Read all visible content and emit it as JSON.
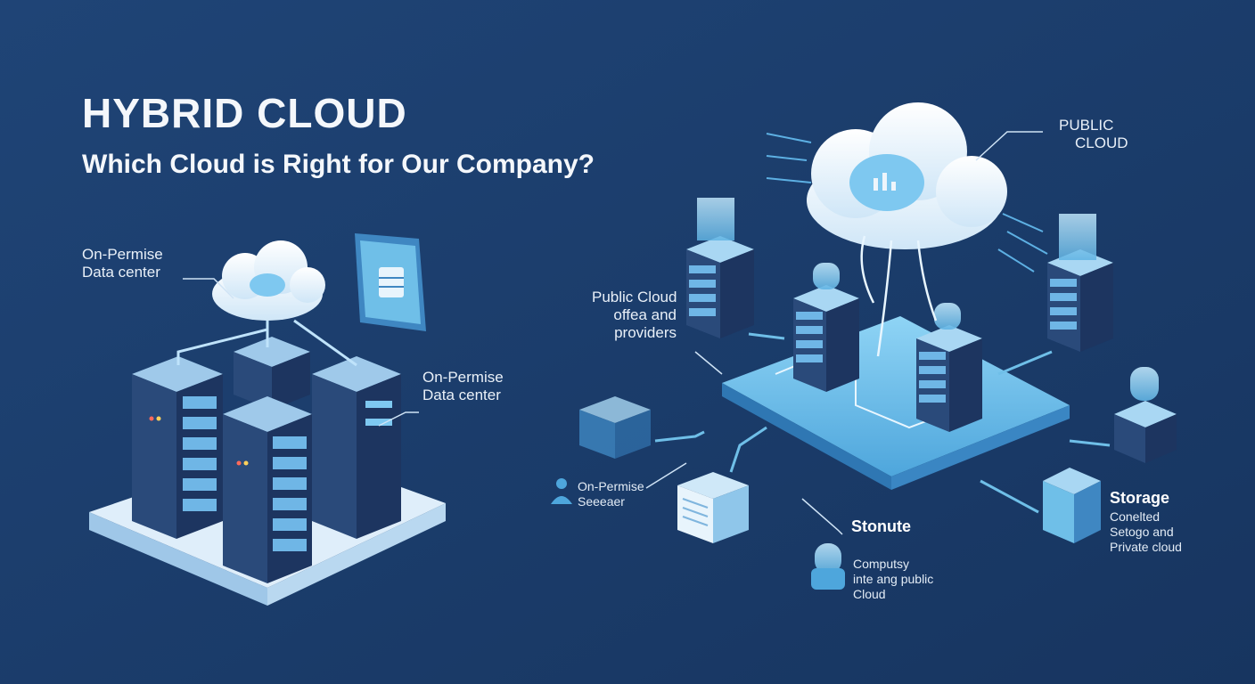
{
  "title": "HYBRID CLOUD",
  "subtitle": "Which Cloud is Right for Our Company?",
  "labels": {
    "left_top": [
      "On-Permise",
      "Data center"
    ],
    "left_right": [
      "On-Permise",
      "Data center"
    ],
    "public_cloud": [
      "PUBLIC",
      "CLOUD"
    ],
    "providers": [
      "Public Cloud",
      "offea and",
      "providers"
    ],
    "on_premise_server": [
      "On-Permise",
      "Seeeaer"
    ],
    "stonute": "Stonute",
    "compute": [
      "Computsy",
      "inte ang public",
      "Cloud"
    ],
    "storage_title": "Storage",
    "storage_desc": [
      "Conelted",
      "Setogo and",
      "Private cloud"
    ]
  },
  "colors": {
    "background": "#1c3d6b",
    "server_dark": "#203a66",
    "server_face": "#2a4a7a",
    "accent_light": "#7ec8f0",
    "platform": "#6fbfe8",
    "cloud_white": "#eef5fb"
  }
}
